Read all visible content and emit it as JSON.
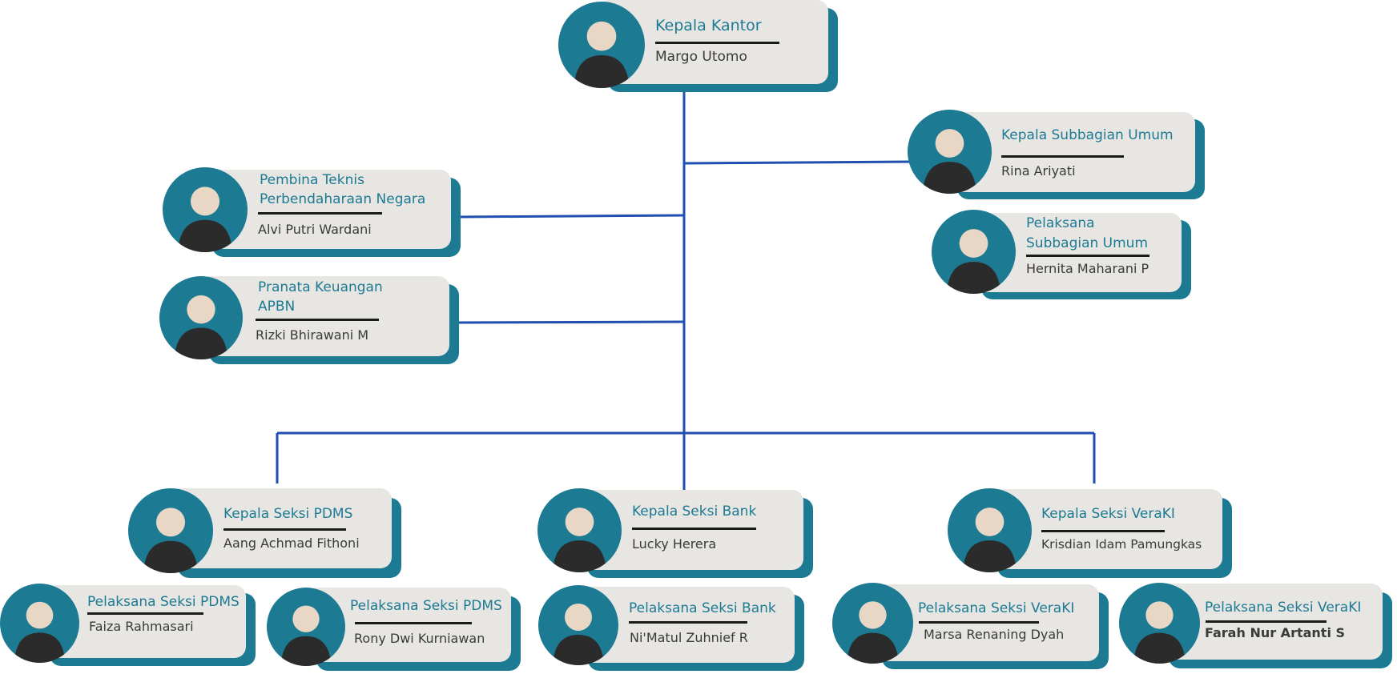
{
  "cards": {
    "kepala_kantor": {
      "role": "Kepala Kantor",
      "name": "Margo Utomo"
    },
    "kepala_subbagian_umum": {
      "role": "Kepala Subbagian Umum",
      "name": "Rina Ariyati"
    },
    "pelaksana_subbagian_umum": {
      "role_line1": "Pelaksana",
      "role_line2": "Subbagian Umum",
      "name": "Hernita Maharani P"
    },
    "pembina_teknis": {
      "role_line1": "Pembina Teknis",
      "role_line2": "Perbendaharaan Negara",
      "name": "Alvi Putri Wardani"
    },
    "pranata_keuangan": {
      "role_line1": "Pranata Keuangan",
      "role_line2": "APBN",
      "name": "Rizki Bhirawani M"
    },
    "kepala_seksi_pdms": {
      "role": "Kepala Seksi PDMS",
      "name": "Aang Achmad Fithoni"
    },
    "kepala_seksi_bank": {
      "role": "Kepala Seksi Bank",
      "name": "Lucky Herera"
    },
    "kepala_seksi_veraki": {
      "role": "Kepala Seksi VeraKI",
      "name": "Krisdian Idam Pamungkas"
    },
    "pelaksana_pdms_1": {
      "role": "Pelaksana Seksi PDMS",
      "name": "Faiza Rahmasari"
    },
    "pelaksana_pdms_2": {
      "role": "Pelaksana Seksi PDMS",
      "name": "Rony Dwi Kurniawan"
    },
    "pelaksana_bank": {
      "role": "Pelaksana Seksi Bank",
      "name": "Ni'Matul Zuhnief R"
    },
    "pelaksana_veraki_1": {
      "role": "Pelaksana Seksi VeraKI",
      "name": "Marsa Renaning Dyah"
    },
    "pelaksana_veraki_2": {
      "role": "Pelaksana Seksi VeraKI",
      "name": "Farah Nur Artanti S"
    }
  },
  "colors": {
    "connector": "#1f4fb0",
    "card_accent": "#1c7a93",
    "card_body": "#e8e6e3",
    "role_text": "#1c7a93",
    "name_text": "#3a3a3a"
  }
}
